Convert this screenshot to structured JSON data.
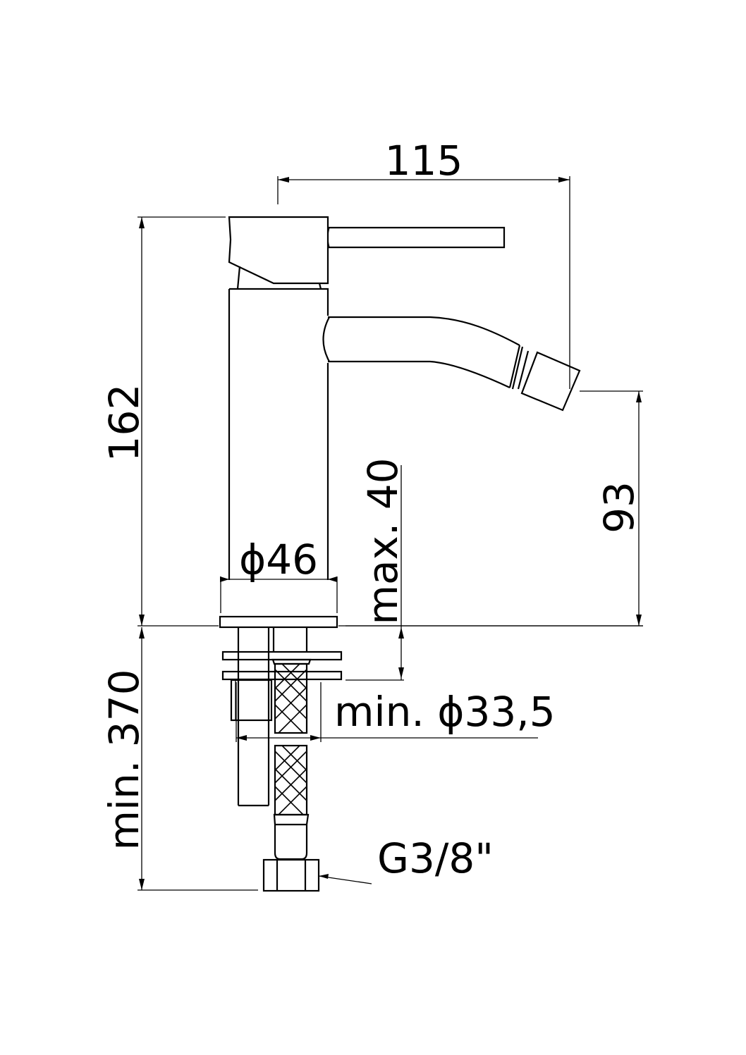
{
  "drawing": {
    "title": "Bidet mixer - technical dimension drawing",
    "colors": {
      "line": "#000000",
      "background": "#ffffff"
    },
    "dimensions": {
      "overall_reach": {
        "label": "115",
        "orientation": "horizontal"
      },
      "overall_height": {
        "label": "162",
        "orientation": "vertical"
      },
      "spout_height": {
        "label": "93",
        "orientation": "vertical"
      },
      "base_diameter": {
        "label": "ϕ46",
        "orientation": "horizontal"
      },
      "max_deck_thickness": {
        "label": "max. 40",
        "orientation": "vertical"
      },
      "min_hole_diameter": {
        "label": "min. ϕ33,5",
        "orientation": "horizontal"
      },
      "min_hose_length": {
        "label": "min. 370",
        "orientation": "vertical"
      },
      "connection_thread": {
        "label": "G3/8\"",
        "orientation": "leader"
      }
    },
    "components": [
      "lever-handle",
      "cartridge-cap",
      "body-cylinder",
      "spout",
      "aerator-swivel",
      "base-plate",
      "threaded-shank",
      "fixing-washers",
      "flexible-hose",
      "hose-nut"
    ]
  }
}
